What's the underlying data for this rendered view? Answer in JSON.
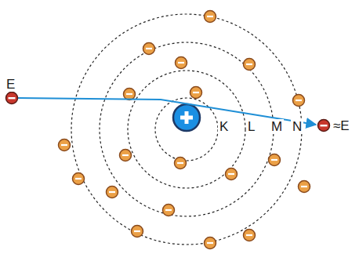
{
  "diagram": {
    "labels": [
      "E",
      "K",
      "L",
      "M",
      "N",
      "≈E"
    ]
  }
}
